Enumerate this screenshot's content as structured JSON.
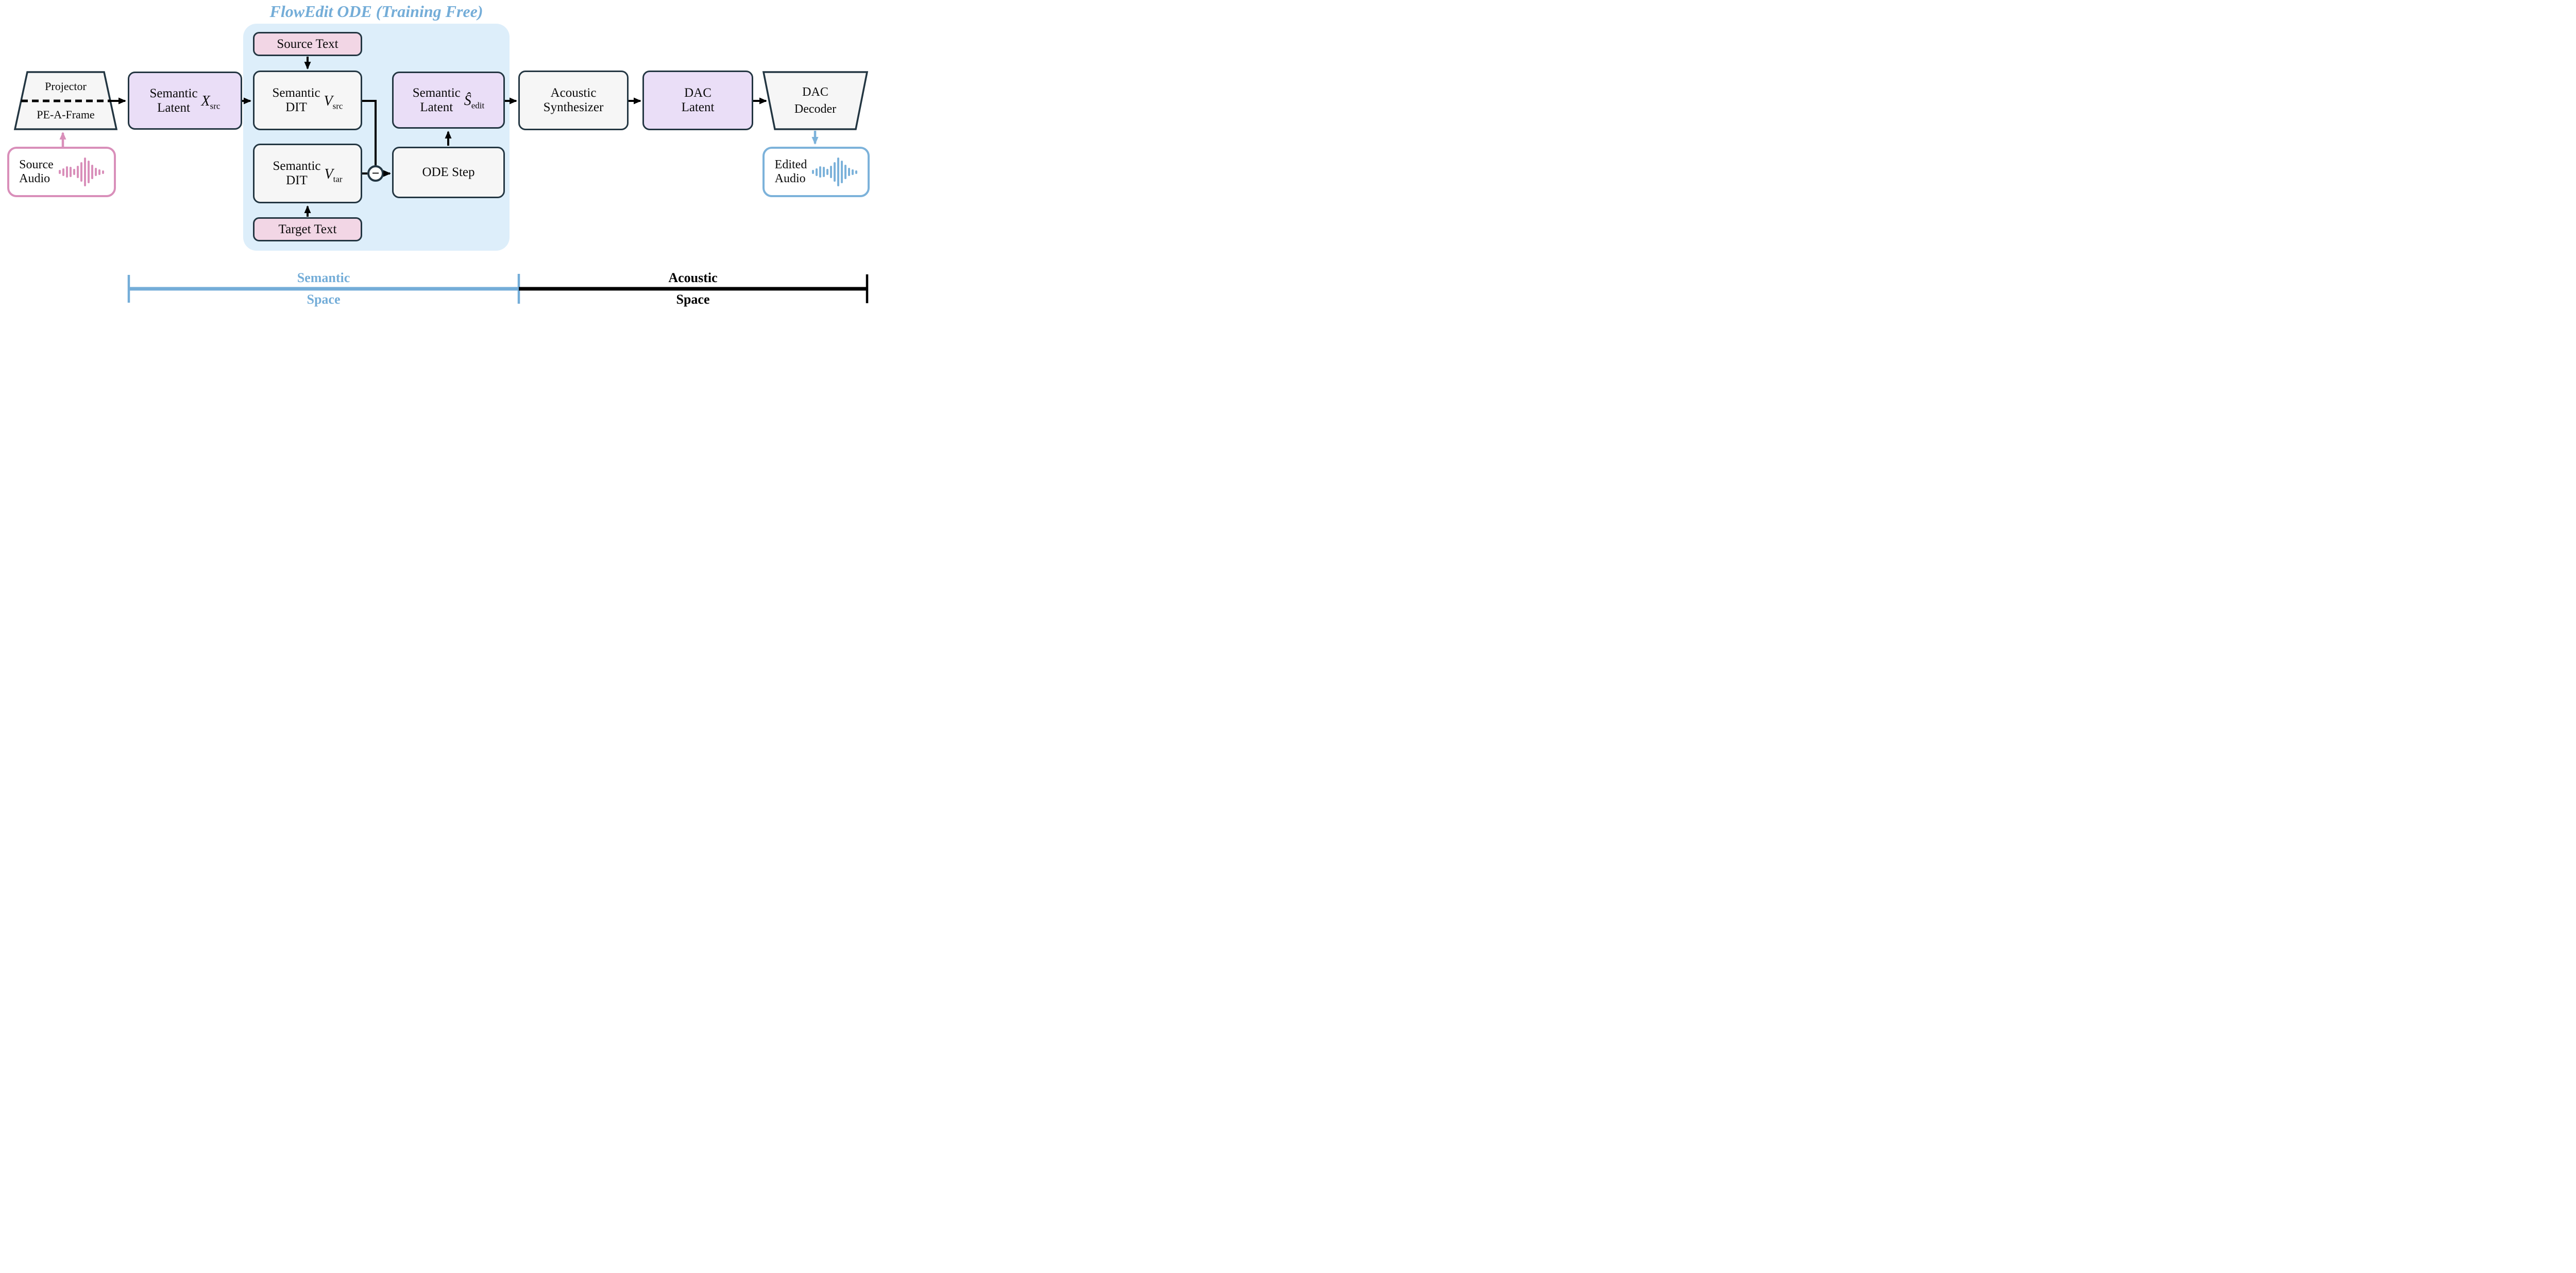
{
  "title": "FlowEdit ODE (Training Free)",
  "colors": {
    "accent_blue": "#74add8",
    "container_blue": "#ddeefa",
    "source_pink": "#d98fba",
    "edited_blue": "#7cb2da",
    "box_purple": "#eadef7",
    "box_pink": "#f2d6e5",
    "box_white": "#f6f6f6",
    "border_dark": "#233642"
  },
  "nodes": {
    "projector": {
      "top_label": "Projector",
      "bottom_label": "PE-A-Frame"
    },
    "source_audio": {
      "line1": "Source",
      "line2": "Audio"
    },
    "semantic_latent_src": {
      "line1": "Semantic",
      "line2": "Latent",
      "math_symbol": "X",
      "math_subscript": "src"
    },
    "source_text": {
      "label": "Source Text"
    },
    "semantic_dit_src": {
      "line1": "Semantic",
      "line2": "DIT",
      "math_symbol": "V",
      "math_subscript": "src"
    },
    "semantic_dit_tar": {
      "line1": "Semantic",
      "line2": "DIT",
      "math_symbol": "V",
      "math_subscript": "tar"
    },
    "target_text": {
      "label": "Target Text"
    },
    "subtract": {
      "symbol": "−"
    },
    "ode_step": {
      "label": "ODE Step"
    },
    "semantic_latent_edit": {
      "line1": "Semantic",
      "line2": "Latent",
      "math_symbol": "Ŝ",
      "math_subscript": "edit"
    },
    "acoustic_synthesizer": {
      "line1": "Acoustic",
      "line2": "Synthesizer"
    },
    "dac_latent": {
      "line1": "DAC",
      "line2": "Latent"
    },
    "dac_decoder": {
      "line1": "DAC",
      "line2": "Decoder"
    },
    "edited_audio": {
      "line1": "Edited",
      "line2": "Audio"
    }
  },
  "brackets": {
    "semantic_space": {
      "line1": "Semantic",
      "line2": "Space"
    },
    "acoustic_space": {
      "line1": "Acoustic",
      "line2": "Space"
    }
  },
  "waveform": {
    "bar_heights": [
      8,
      15,
      22,
      20,
      12,
      24,
      38,
      56,
      44,
      28,
      16,
      11,
      7
    ]
  }
}
